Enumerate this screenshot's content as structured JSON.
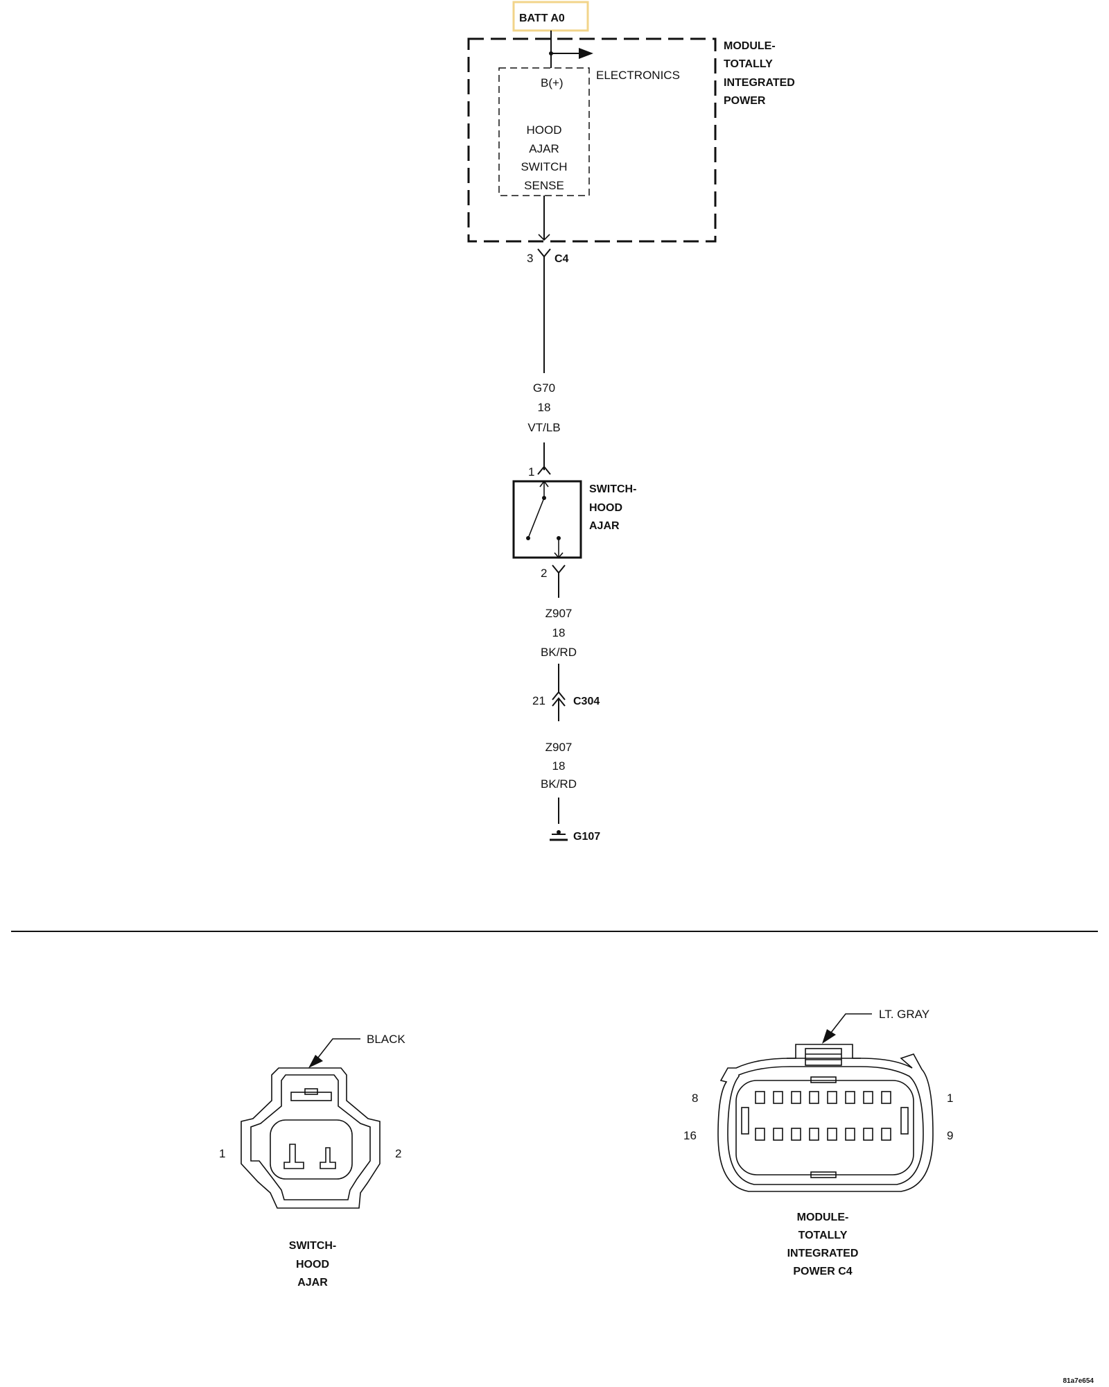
{
  "top_label": "BATT A0",
  "module": {
    "lines": [
      "MODULE-",
      "TOTALLY",
      "INTEGRATED",
      "POWER"
    ],
    "electronics_label": "ELECTRONICS",
    "b_plus": "B(+)",
    "sense_lines": [
      "HOOD",
      "AJAR",
      "SWITCH",
      "SENSE"
    ]
  },
  "connector_c4": {
    "pin": "3",
    "name": "C4"
  },
  "wire_g70": {
    "circuit": "G70",
    "gauge": "18",
    "color": "VT/LB"
  },
  "switch": {
    "pin_in": "1",
    "pin_out": "2",
    "lines": [
      "SWITCH-",
      "HOOD",
      "AJAR"
    ]
  },
  "wire_z907_a": {
    "circuit": "Z907",
    "gauge": "18",
    "color": "BK/RD"
  },
  "connector_c304": {
    "pin": "21",
    "name": "C304"
  },
  "wire_z907_b": {
    "circuit": "Z907",
    "gauge": "18",
    "color": "BK/RD"
  },
  "ground": {
    "name": "G107"
  },
  "views": {
    "switch_view": {
      "color_label": "BLACK",
      "pin_left": "1",
      "pin_right": "2",
      "title_lines": [
        "SWITCH-",
        "HOOD",
        "AJAR"
      ]
    },
    "tipm_view": {
      "color_label": "LT. GRAY",
      "pin_tl": "8",
      "pin_tr": "1",
      "pin_bl": "16",
      "pin_br": "9",
      "title_lines": [
        "MODULE-",
        "TOTALLY",
        "INTEGRATED",
        "POWER C4"
      ]
    }
  },
  "footer_code": "81a7e654"
}
